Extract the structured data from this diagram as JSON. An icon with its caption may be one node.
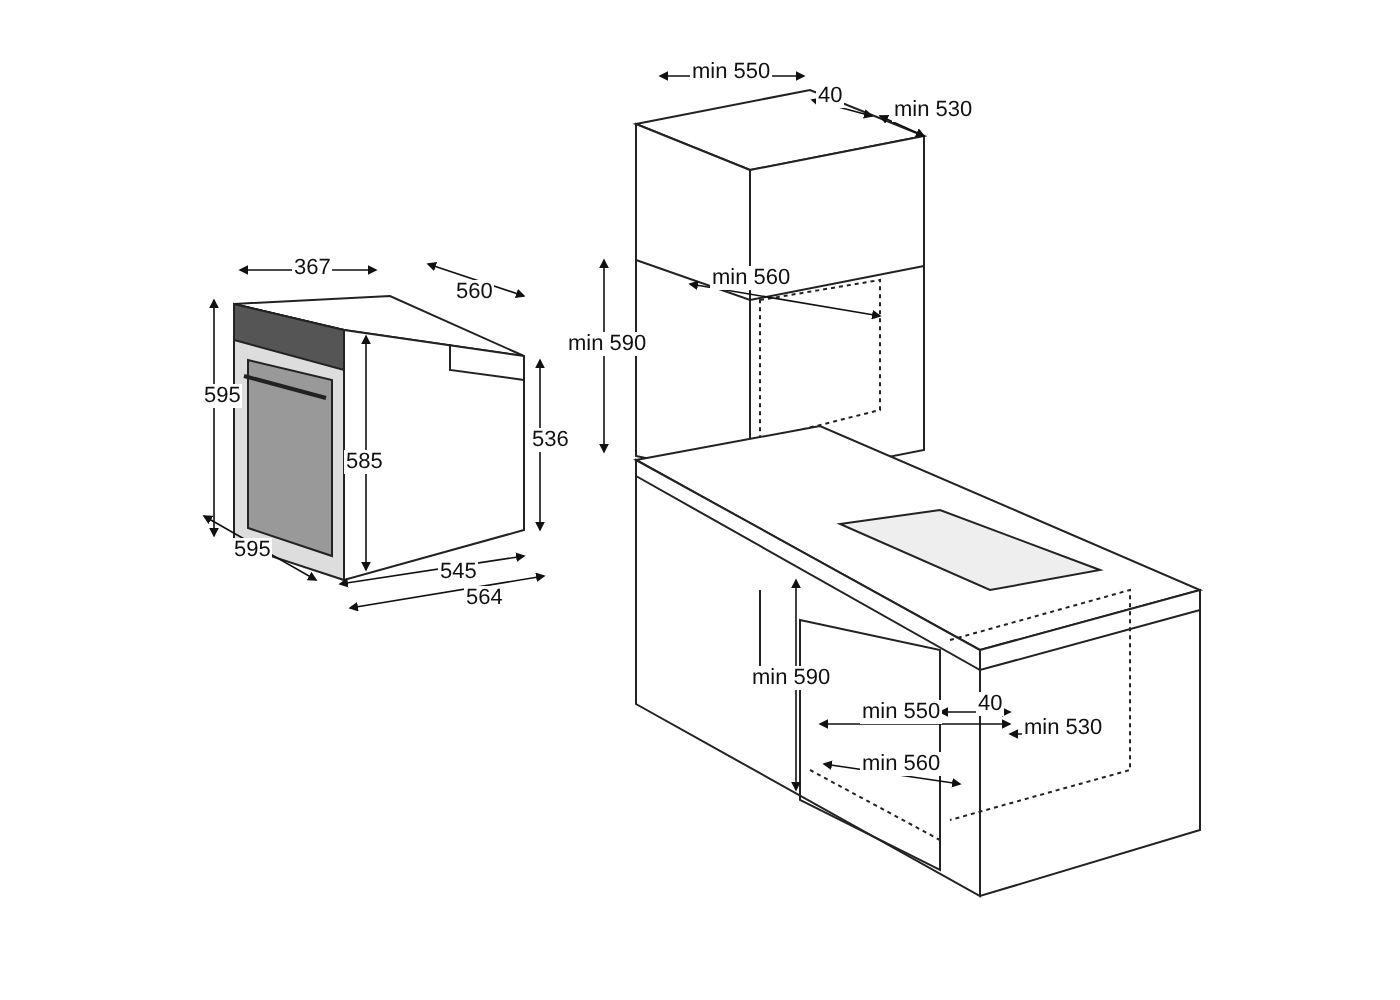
{
  "diagram": {
    "labels": [
      "min 550",
      "40",
      "min 530",
      "367",
      "560",
      "min 560",
      "595",
      "min 590",
      "585",
      "536",
      "595",
      "545",
      "564",
      "min 590",
      "40",
      "min 550",
      "min 530",
      "min 560"
    ]
  }
}
